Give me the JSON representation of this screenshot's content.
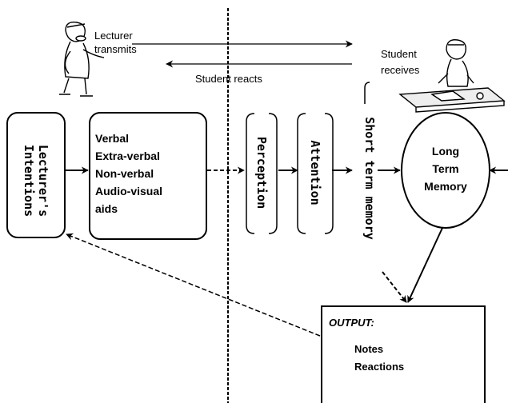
{
  "lecturer": {
    "line1": "Lecturer",
    "line2": "transmits"
  },
  "student": {
    "line1": "Student",
    "line2": "receives"
  },
  "student_reacts": "Student reacts",
  "intentions": "Lecturer's Intentions",
  "channels": [
    "Verbal",
    "Extra-verbal",
    "Non-verbal",
    "Audio-visual",
    "aids"
  ],
  "perception": "Perception",
  "attention": "Attention",
  "short_term_memory": "Short term memory",
  "long_term_memory": [
    "Long",
    "Term",
    "Memory"
  ],
  "output": {
    "title": "OUTPUT:",
    "items": [
      "Notes",
      "Reactions"
    ]
  }
}
